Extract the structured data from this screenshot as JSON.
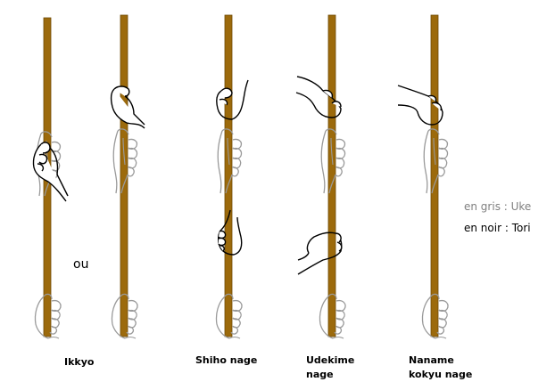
{
  "labels": {
    "ikkyo": "Ikkyo",
    "shiho": "Shiho nage",
    "udekime_line1": "Udekime",
    "udekime_line2": "nage",
    "naname_line1": "Naname",
    "naname_line2": "kokyu nage",
    "ou": "ou"
  },
  "legend": {
    "uke": "en gris : Uke",
    "tori": "en noir : Tori"
  },
  "colors": {
    "stick": "#9c6a0c",
    "stick_edge": "#6e4a06",
    "uke": "#9a9a9a",
    "tori": "#000000",
    "legend_uke": "#808080"
  }
}
